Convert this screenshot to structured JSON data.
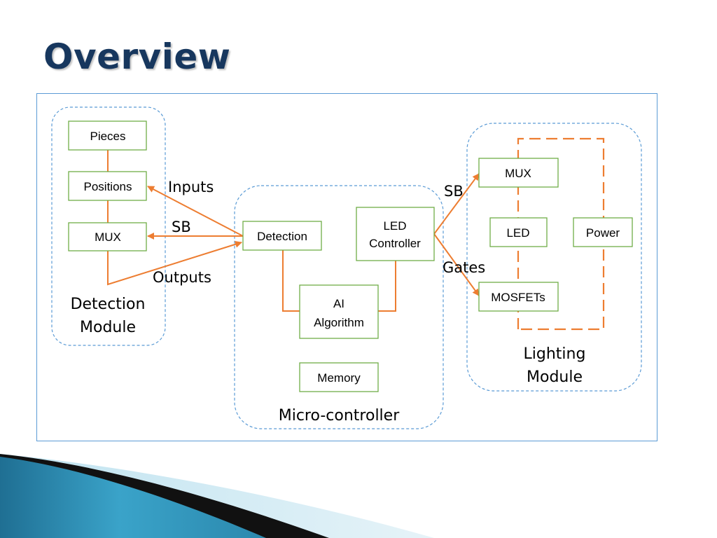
{
  "slide": {
    "title": "Overview"
  },
  "colors": {
    "title": "#17375e",
    "frame": "#5b9bd5",
    "box_border": "#70ad47",
    "wire": "#ed7d31",
    "module_border": "#5b9bd5"
  },
  "modules": {
    "detection": {
      "label_line1": "Detection",
      "label_line2": "Module"
    },
    "microcontroller": {
      "label": "Micro-controller"
    },
    "lighting": {
      "label_line1": "Lighting",
      "label_line2": "Module"
    }
  },
  "boxes": {
    "pieces": "Pieces",
    "positions": "Positions",
    "mux_left": "MUX",
    "detection": "Detection",
    "led_controller_line1": "LED",
    "led_controller_line2": "Controller",
    "ai_line1": "AI",
    "ai_line2": "Algorithm",
    "memory": "Memory",
    "mux_right": "MUX",
    "led": "LED",
    "power": "Power",
    "mosfets": "MOSFETs"
  },
  "edge_labels": {
    "inputs": "Inputs",
    "sb_left": "SB",
    "outputs": "Outputs",
    "sb_right": "SB",
    "gates": "Gates"
  }
}
